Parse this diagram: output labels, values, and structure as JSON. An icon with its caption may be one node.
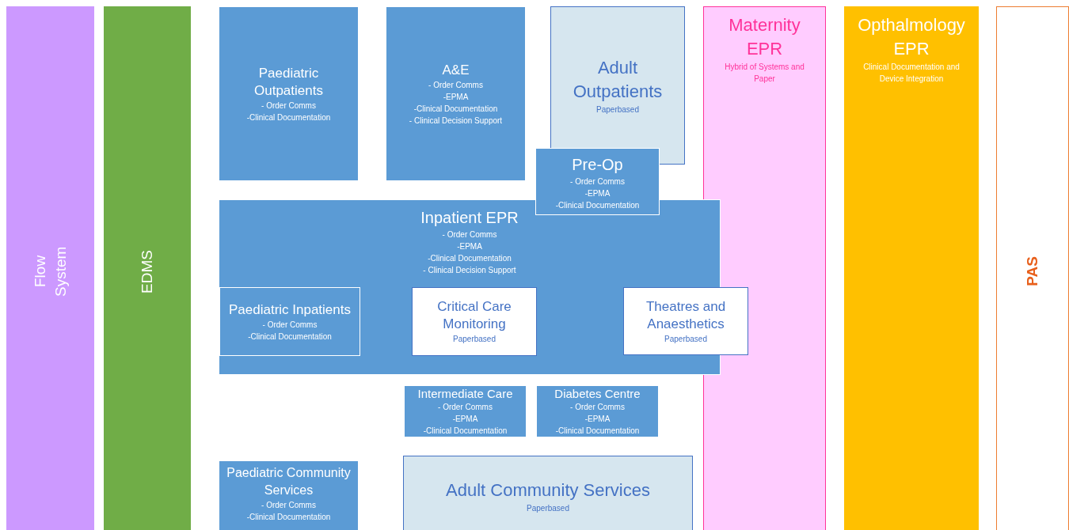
{
  "diagram": {
    "nodes": [
      {
        "text": [
          "Flow System"
        ]
      },
      {
        "text": [
          "EDMS"
        ]
      },
      {
        "text": [
          "Paediatric Outpatients",
          "- Order Comms",
          "-Clinical Documentation"
        ]
      },
      {
        "text": [
          "A&E",
          "- Order Comms",
          "-EPMA",
          "-Clinical Documentation",
          "- Clinical Decision Support"
        ]
      },
      {
        "text": [
          "Adult Outpatients",
          "Paperbased"
        ]
      },
      {
        "text": [
          "Maternity EPR",
          "Hybrid of Systems and Paper"
        ]
      },
      {
        "text": [
          "Opthalmology EPR",
          "Clinical Documentation and Device Integration"
        ]
      },
      {
        "text": [
          "PAS"
        ]
      },
      {
        "text": [
          "Pre-Op",
          "- Order Comms",
          "-EPMA",
          "-Clinical Documentation"
        ]
      },
      {
        "text": [
          "Inpatient EPR",
          "- Order Comms",
          "-EPMA",
          "-Clinical Documentation",
          "- Clinical Decision Support"
        ]
      },
      {
        "text": [
          "Paediatric Inpatients",
          "- Order Comms",
          "-Clinical Documentation"
        ],
        "in": 9
      },
      {
        "text": [
          "Critical Care Monitoring",
          "Paperbased"
        ],
        "in": 9
      },
      {
        "text": [
          "Theatres and Anaesthetics",
          "Paperbased"
        ]
      },
      {
        "text": [
          "Intermediate Care",
          "- Order Comms",
          "-EPMA",
          "-Clinical Documentation"
        ]
      },
      {
        "text": [
          "Diabetes Centre",
          "- Order Comms",
          "-EPMA",
          "-Clinical Documentation"
        ]
      },
      {
        "text": [
          "Paediatric Community Services",
          "- Order Comms",
          "-Clinical Documentation"
        ]
      },
      {
        "text": [
          "Adult Community Services",
          "Paperbased"
        ]
      }
    ]
  }
}
